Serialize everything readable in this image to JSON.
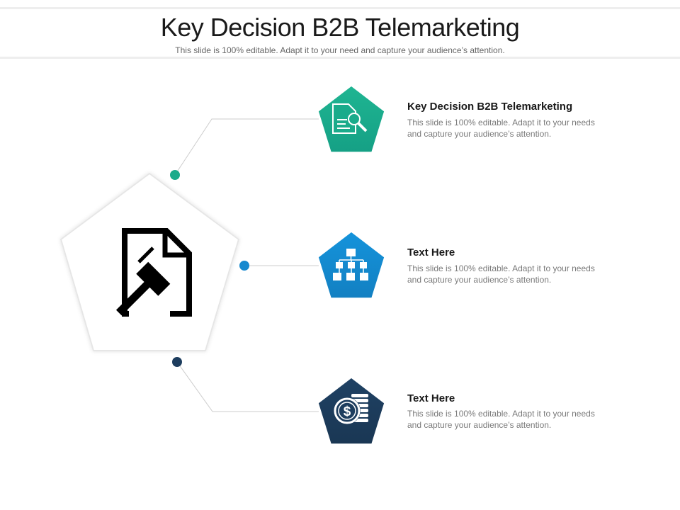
{
  "header": {
    "title": "Key Decision B2B Telemarketing",
    "subtitle": "This slide is 100% editable. Adapt it to your need and capture your audience’s attention."
  },
  "center": {
    "icon": "document-gavel-icon"
  },
  "items": [
    {
      "title": "Key Decision B2B Telemarketing",
      "desc_line1": "This slide is 100% editable. Adapt it to your needs",
      "desc_line2": "and capture your audience’s attention.",
      "icon": "document-search-icon",
      "color": "#1aab8b"
    },
    {
      "title": "Text Here",
      "desc_line1": "This slide is 100% editable. Adapt it to your needs",
      "desc_line2": "and capture your audience’s attention.",
      "icon": "org-chart-icon",
      "color": "#1689cf"
    },
    {
      "title": "Text Here",
      "desc_line1": "This slide is 100% editable. Adapt it to your needs",
      "desc_line2": "and capture your audience’s attention.",
      "icon": "dollar-coins-icon",
      "color": "#1d3d5e"
    }
  ]
}
